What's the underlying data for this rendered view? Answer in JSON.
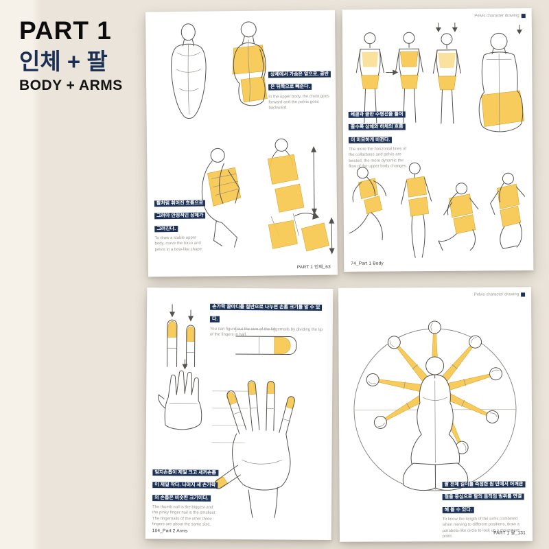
{
  "colors": {
    "background": "#e9e3da",
    "page": "#ffffff",
    "accent_yellow": "#f6c84e",
    "navy": "#1d3357",
    "ink": "#55524d"
  },
  "header": {
    "part": "PART 1",
    "title_ko": "인체 + 팔",
    "title_en": "BODY + ARMS"
  },
  "pages": {
    "p1": {
      "caption1_ko": "상체에서 가슴은 앞으로, 골반은 뒤쪽으로 빼준다.",
      "caption1_en": "In the upper body, the chest goes forward and the pelvis goes backward.",
      "caption2_ko": "활처럼 휘어진 흐름으로 그려야 안정적인 상체가 그려진다.",
      "caption2_en": "To draw a stable upper body, curve the torso and pelvis in a bow-like shape.",
      "page_number": "PART 1 인체_63"
    },
    "p2": {
      "header": "Pelvis character drawing",
      "caption1_ko": "쇄골과 골반 수평선을 틀어줄수록 상체와 하체의 흐름이 미묘하게 바뀐다.",
      "caption1_en": "The more the horizontal lines of the collarbone and pelvis are twisted, the more dynamic the flow of the upper body changes.",
      "page_number": "74_Part 1 Body"
    },
    "p3": {
      "caption1_ko": "손가락 끝마디를 절반으로 나누면 손톱 크기를 알 수 있다.",
      "caption1_en": "You can figure out the size of the fingernails by dividing the tip of the fingers in half.",
      "caption2_ko": "엄지손톱이 제일 크고 새끼손톱이 제일 작다. 나머지 세 손가락의 손톱은 비슷한 크기이다.",
      "caption2_en": "The thumb nail is the biggest and the pinky finger nail is the smallest. The fingernails of the other three fingers are about the same size.",
      "page_number": "104_Part 2 Arms"
    },
    "p4": {
      "header": "Pelvis character drawing",
      "caption1_ko": "팔 전체 길이를 측정한 원 안에서 어깨관절을 중심으로 팔의 움직임 범위를 연결해 볼 수 있다.",
      "caption1_en": "To know the length of the arms combined when moving to different positions, draw a parabola-like circle to lock up a movement point.",
      "page_number": "PART 1 팔_131"
    }
  }
}
